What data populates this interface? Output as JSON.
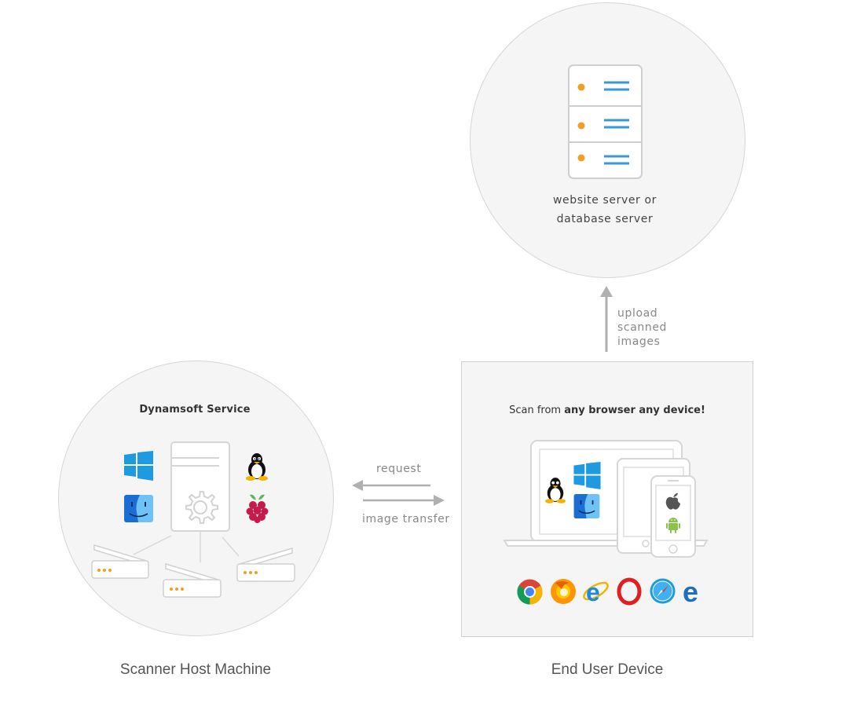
{
  "server": {
    "line1": "website server or",
    "line2": "database server",
    "icon": "server-rack-icon"
  },
  "upload_arrow": {
    "line1": "upload",
    "line2": "scanned",
    "line3": "images"
  },
  "host": {
    "title": "Dynamsoft Service",
    "caption": "Scanner Host Machine",
    "os_icons": [
      "windows-logo-icon",
      "finder-logo-icon",
      "linux-tux-icon",
      "raspberry-pi-icon"
    ],
    "scanner_count": 3
  },
  "exchange": {
    "request_label": "request",
    "transfer_label": "image transfer"
  },
  "device": {
    "title_prefix": "Scan from ",
    "title_bold": "any browser any device!",
    "caption": "End User Device",
    "browsers": [
      "chrome-icon",
      "firefox-icon",
      "internet-explorer-icon",
      "opera-icon",
      "safari-icon",
      "edge-icon"
    ]
  },
  "colors": {
    "accent_blue": "#3a9ad9",
    "accent_orange": "#f0a020",
    "circle_fill": "#f5f5f5",
    "border": "#d6d6d6",
    "arrow": "#b0b0b0"
  }
}
